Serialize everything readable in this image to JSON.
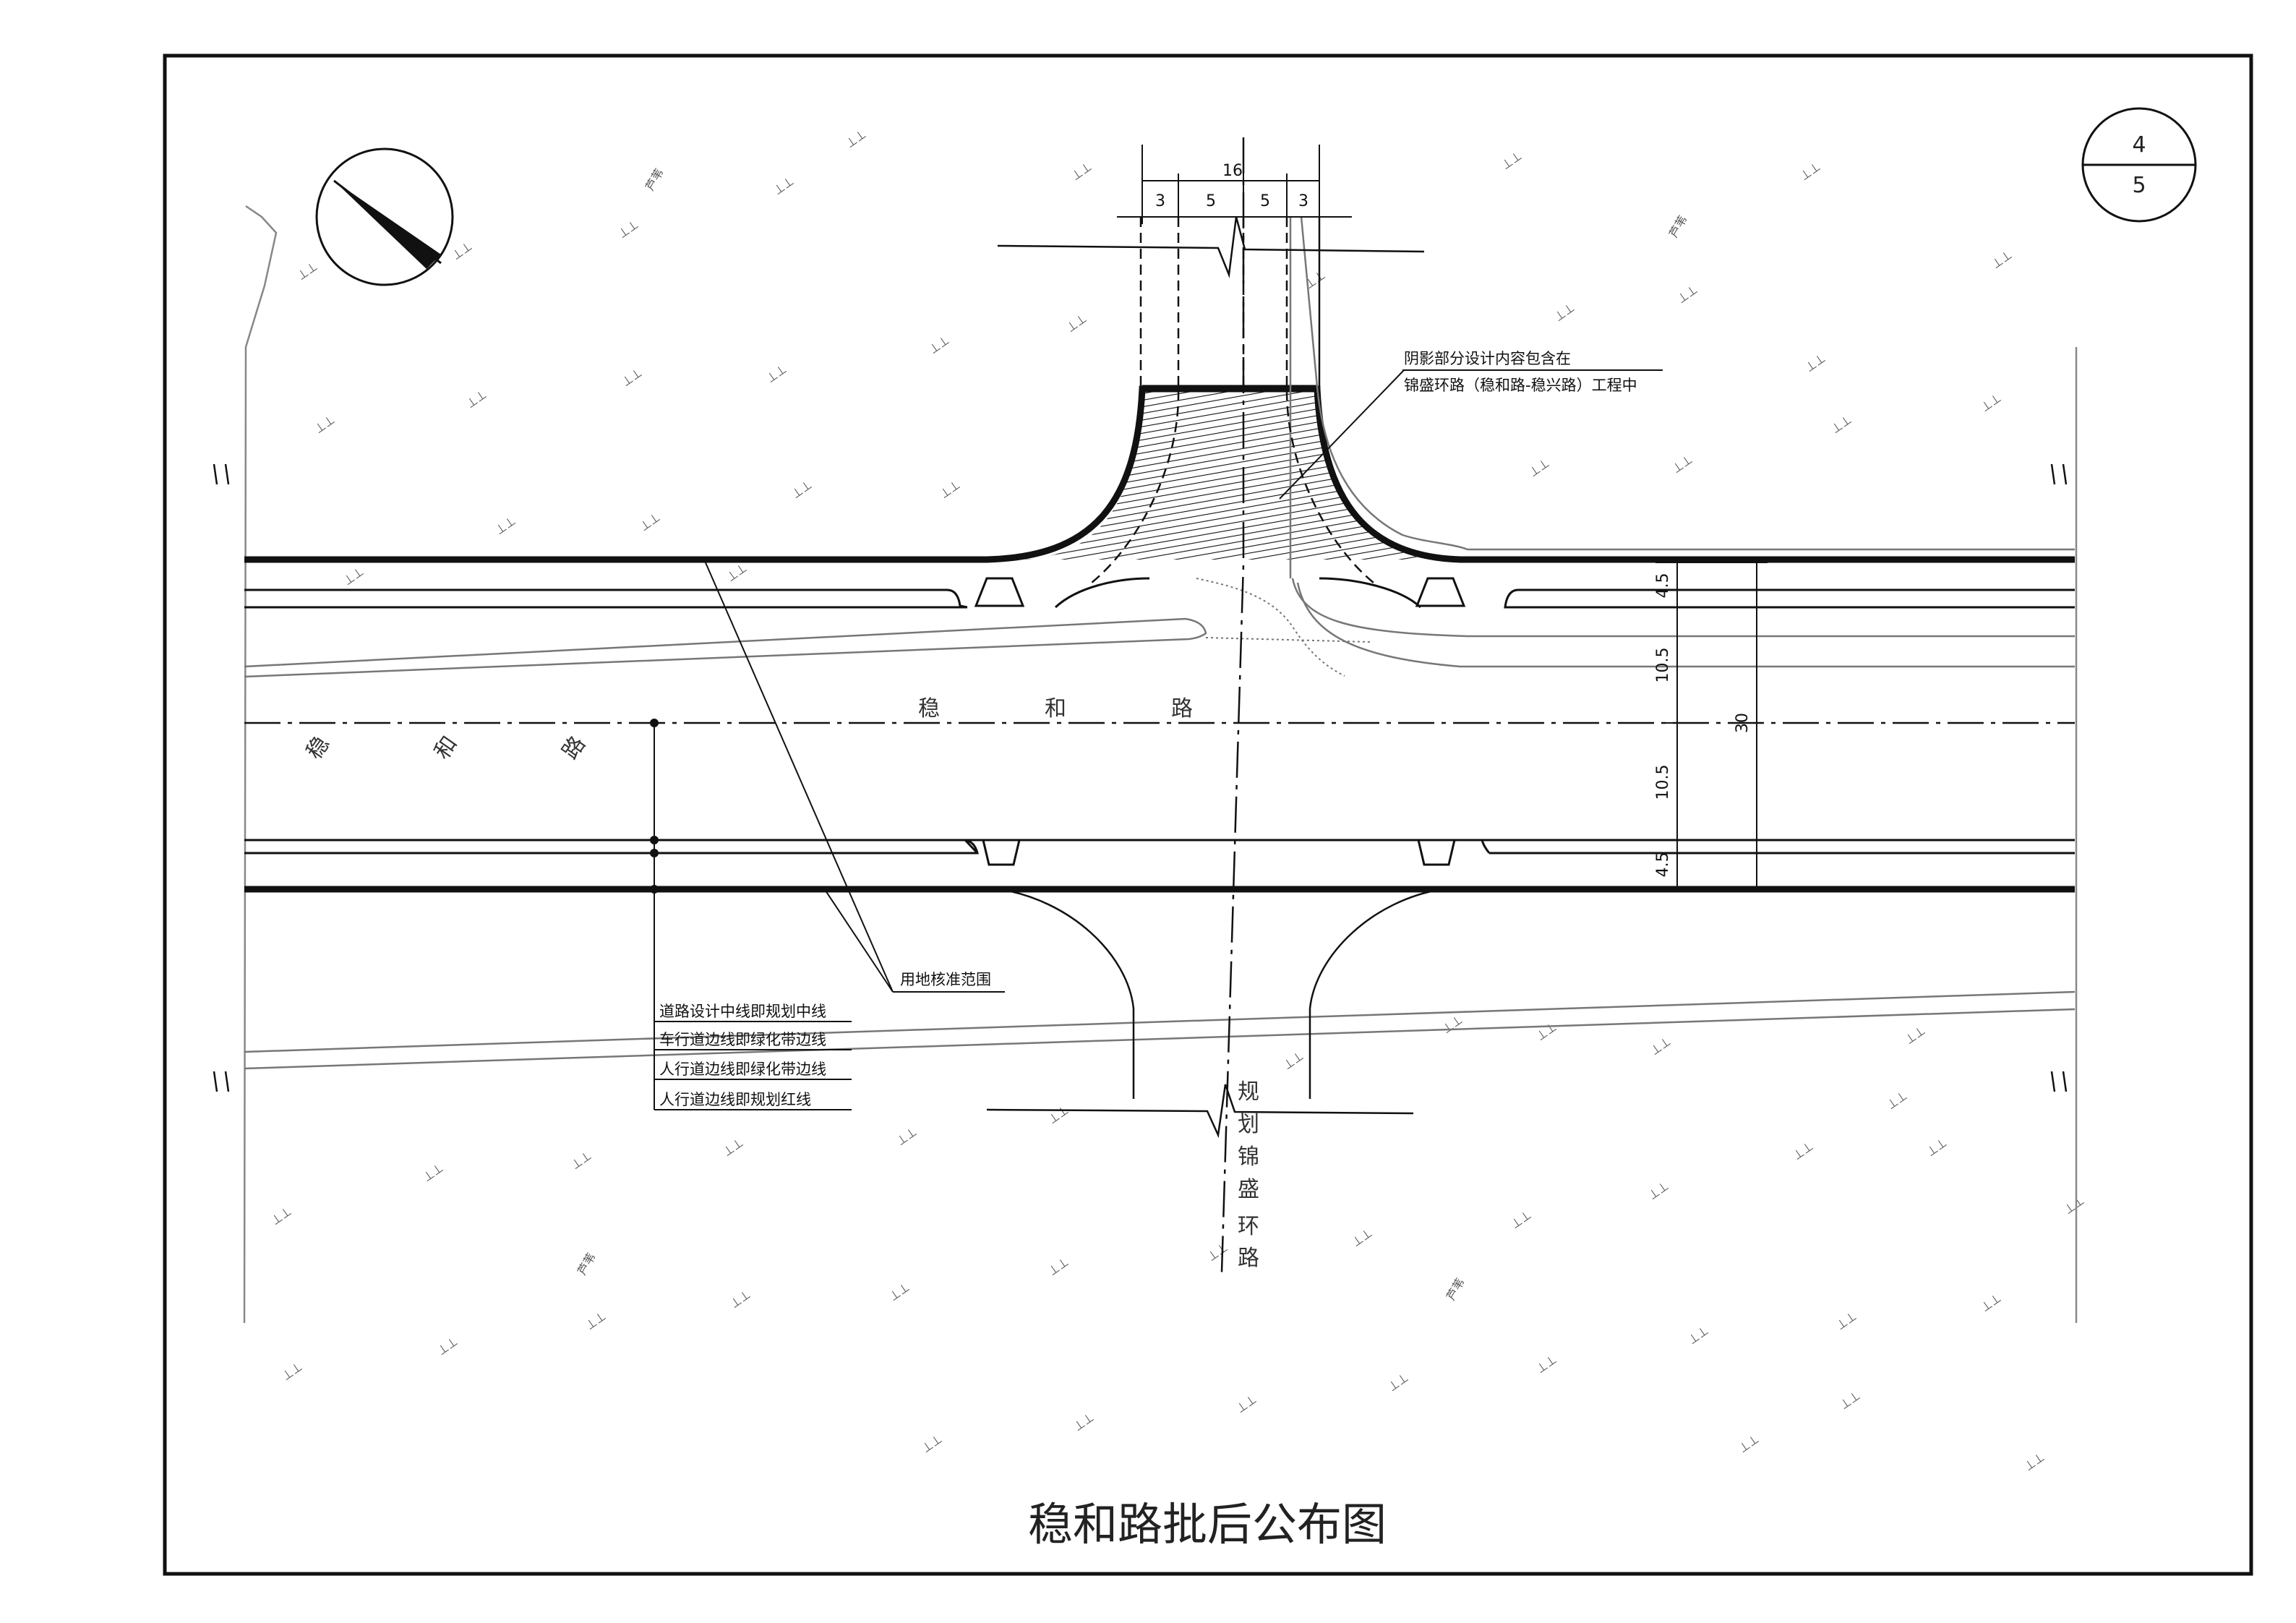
{
  "title": "稳和路批后公布图",
  "sheet": {
    "number": "4",
    "total": "5"
  },
  "road_labels": {
    "main_upper": [
      "稳",
      "和",
      "路"
    ],
    "main_left": [
      "稳",
      "和",
      "路"
    ],
    "cross_road": [
      "规",
      "划",
      "锦",
      "盛",
      "环",
      "路"
    ]
  },
  "shaded_note": {
    "line1": "阴影部分设计内容包含在",
    "line2": "锦盛环路（稳和路-稳兴路）工程中"
  },
  "land_label": "用地核准范围",
  "legend": [
    "道路设计中线即规划中线",
    "车行道边线即绿化带边线",
    "人行道边线即绿化带边线",
    "人行道边线即规划红线"
  ],
  "dimensions": {
    "top_total": "16",
    "top_parts": [
      "3",
      "5",
      "5",
      "3"
    ],
    "right_parts": [
      "4.5",
      "10.5",
      "10.5",
      "4.5"
    ],
    "right_total": "30"
  },
  "marsh_symbol": "⊥⊥",
  "reed_label": "芦苇"
}
